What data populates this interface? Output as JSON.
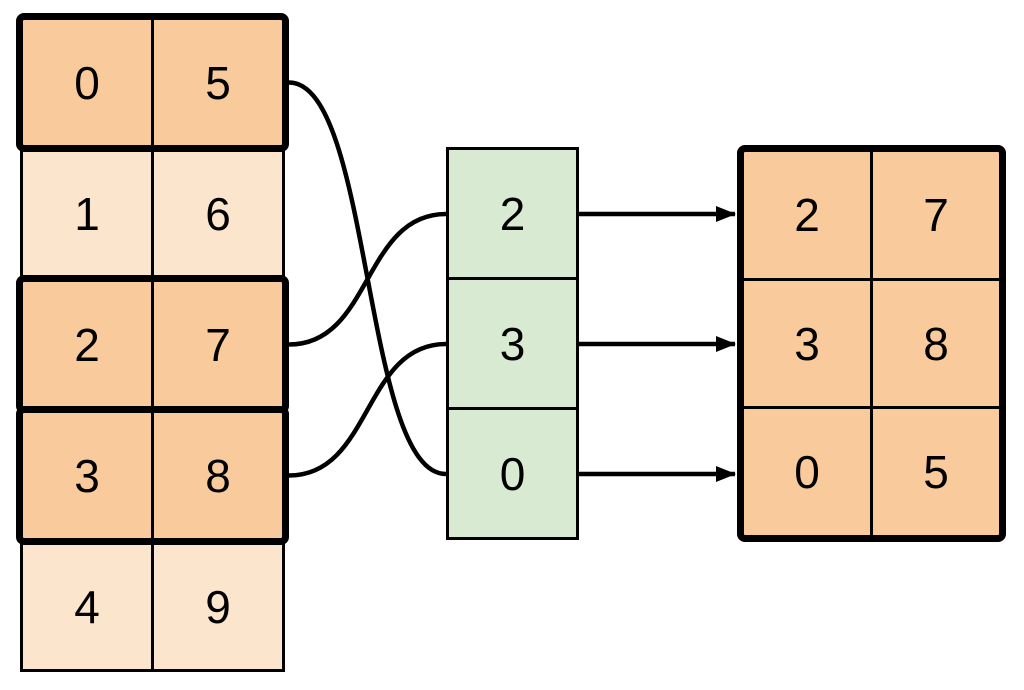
{
  "diagram": {
    "source_table": {
      "rows": [
        {
          "cells": [
            "0",
            "5"
          ],
          "highlighted": true
        },
        {
          "cells": [
            "1",
            "6"
          ],
          "highlighted": false
        },
        {
          "cells": [
            "2",
            "7"
          ],
          "highlighted": true
        },
        {
          "cells": [
            "3",
            "8"
          ],
          "highlighted": true
        },
        {
          "cells": [
            "4",
            "9"
          ],
          "highlighted": false
        }
      ]
    },
    "index_column": {
      "values": [
        "2",
        "3",
        "0"
      ]
    },
    "result_table": {
      "rows": [
        {
          "cells": [
            "2",
            "7"
          ]
        },
        {
          "cells": [
            "3",
            "8"
          ]
        },
        {
          "cells": [
            "0",
            "5"
          ]
        }
      ]
    },
    "connections": {
      "curves": [
        {
          "from": "source-row-0",
          "to": "index-cell-2"
        },
        {
          "from": "source-row-2",
          "to": "index-cell-0"
        },
        {
          "from": "source-row-3",
          "to": "index-cell-1"
        }
      ],
      "arrows": [
        {
          "from": "index-cell-0",
          "to": "result-row-0"
        },
        {
          "from": "index-cell-1",
          "to": "result-row-1"
        },
        {
          "from": "index-cell-2",
          "to": "result-row-2"
        }
      ]
    },
    "colors": {
      "highlight_fill": "#f9cb9c",
      "muted_fill": "#fce5cd",
      "index_fill": "#d9ead3",
      "line": "#000000",
      "background": "#ffffff"
    }
  }
}
